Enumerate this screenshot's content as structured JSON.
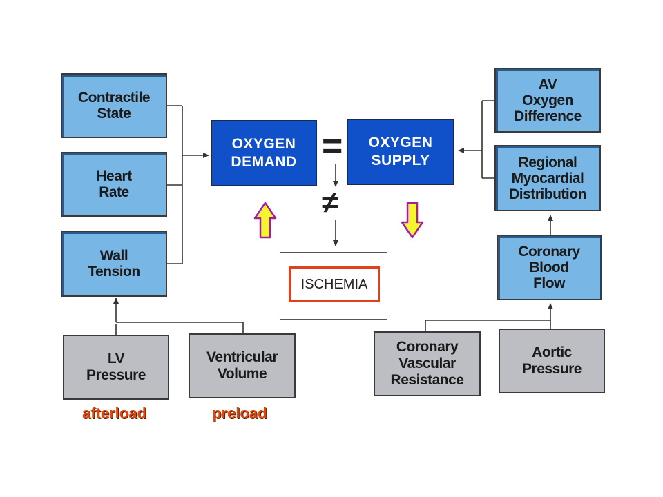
{
  "nodes": {
    "contractile_state": "Contractile\nState",
    "heart_rate": "Heart\nRate",
    "wall_tension": "Wall\nTension",
    "lv_pressure": "LV\nPressure",
    "ventricular_volume": "Ventricular\nVolume",
    "oxygen_demand": "OXYGEN\nDEMAND",
    "oxygen_supply": "OXYGEN\nSUPPLY",
    "ischemia": "ISCHEMIA",
    "av_oxygen_difference": "AV\nOxygen\nDifference",
    "regional_myocardial_distribution": "Regional\nMyocardial\nDistribution",
    "coronary_blood_flow": "Coronary\nBlood\nFlow",
    "coronary_vascular_resistance": "Coronary\nVascular\nResistance",
    "aortic_pressure": "Aortic\nPressure"
  },
  "symbols": {
    "equals": "=",
    "not_equals": "≠"
  },
  "notes": {
    "afterload": "afterload",
    "preload": "preload"
  },
  "colors": {
    "light_box": "#78b6e6",
    "dark_box": "#1050c8",
    "gray_box": "#bdbec3",
    "ischemia_border": "#e0401c",
    "note_text": "#d94a10",
    "arrow_fill": "#f4f430",
    "arrow_stroke": "#a020a0"
  },
  "arrows": {
    "demand_indicator": "up-arrow-icon",
    "supply_indicator": "down-arrow-icon"
  }
}
